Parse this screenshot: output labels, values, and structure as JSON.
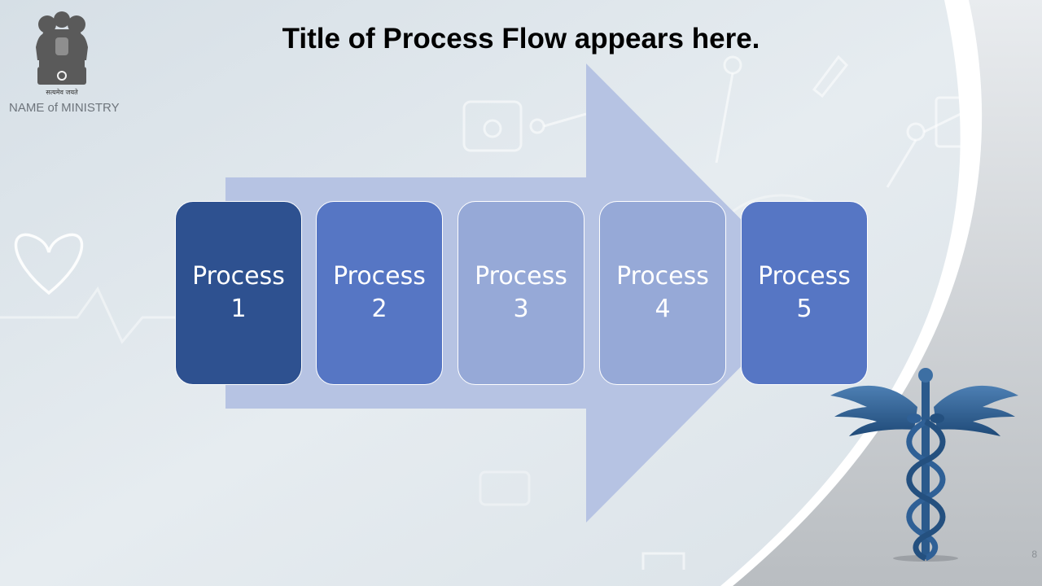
{
  "header": {
    "ministry": "NAME of MINISTRY",
    "motto": "सत्यमेव जयते"
  },
  "title": "Title of Process Flow appears here.",
  "processes": [
    {
      "line1": "Process",
      "line2": "1",
      "color": "#2e5190"
    },
    {
      "line1": "Process",
      "line2": "2",
      "color": "#5676c4"
    },
    {
      "line1": "Process",
      "line2": "3",
      "color": "#96a9d7"
    },
    {
      "line1": "Process",
      "line2": "4",
      "color": "#96a9d7"
    },
    {
      "line1": "Process",
      "line2": "5",
      "color": "#5676c4"
    }
  ],
  "arrow_color": "#b6c3e3",
  "footer": {
    "page_number": "8"
  }
}
